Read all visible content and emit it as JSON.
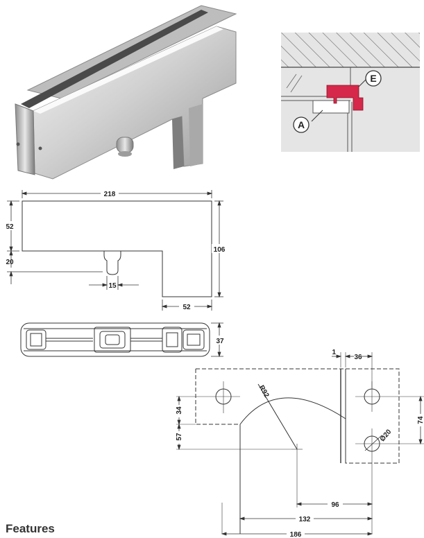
{
  "figure": {
    "product_photo": {
      "caption": ""
    },
    "detail_inset": {
      "labels": [
        "E",
        "A"
      ]
    },
    "front_view": {
      "dimensions": [
        "218",
        "52",
        "106",
        "20",
        "15",
        "52"
      ]
    },
    "top_view": {
      "dimensions": [
        "37"
      ]
    },
    "glass_cutout": {
      "dimensions": [
        "1",
        "36",
        "34",
        "57",
        "74",
        "R92",
        "Ø20",
        "96",
        "132",
        "186"
      ]
    }
  },
  "colors": {
    "accent": "#d6284a",
    "inset_bg": "#e5e5e5",
    "hatch": "#555555"
  },
  "section": {
    "heading": "Features"
  }
}
